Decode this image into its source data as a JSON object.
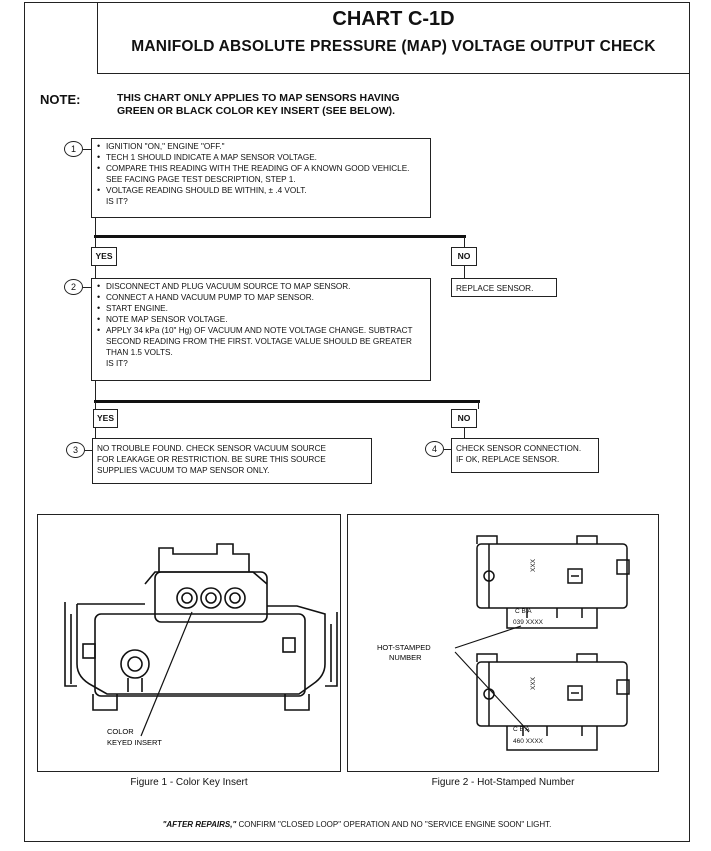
{
  "header": {
    "title": "CHART C-1D",
    "subtitle": "MANIFOLD ABSOLUTE PRESSURE (MAP) VOLTAGE OUTPUT CHECK"
  },
  "note": {
    "label": "NOTE:",
    "line1": "THIS CHART ONLY APPLIES TO MAP SENSORS HAVING",
    "line2": "GREEN OR BLACK COLOR KEY INSERT (SEE BELOW)."
  },
  "steps": {
    "step1": {
      "number": "1",
      "bullets": [
        "IGNITION \"ON,\" ENGINE \"OFF.\"",
        "TECH 1 SHOULD INDICATE A MAP SENSOR VOLTAGE.",
        "COMPARE THIS READING WITH THE READING OF A KNOWN GOOD VEHICLE.  SEE FACING PAGE TEST DESCRIPTION, STEP 1.",
        "VOLTAGE READING SHOULD BE WITHIN, ± .4 VOLT."
      ],
      "question": "IS IT?"
    },
    "yes1": "YES",
    "no1": "NO",
    "replace": "REPLACE SENSOR.",
    "step2": {
      "number": "2",
      "bullets": [
        "DISCONNECT AND PLUG VACUUM SOURCE TO MAP SENSOR.",
        "CONNECT A HAND  VACUUM PUMP TO MAP SENSOR.",
        "START ENGINE.",
        "NOTE MAP SENSOR VOLTAGE.",
        "APPLY 34 kPa (10\" Hg) OF VACUUM AND NOTE VOLTAGE CHANGE.  SUBTRACT SECOND READING FROM THE FIRST.  VOLTAGE VALUE SHOULD BE GREATER THAN 1.5 VOLTS."
      ],
      "question": "IS IT?"
    },
    "yes2": "YES",
    "no2": "NO",
    "step3": {
      "number": "3",
      "line1": "NO TROUBLE FOUND.  CHECK SENSOR VACUUM SOURCE",
      "line2": "FOR LEAKAGE OR RESTRICTION.  BE SURE THIS SOURCE",
      "line3": "SUPPLIES VACUUM TO MAP SENSOR ONLY."
    },
    "step4": {
      "number": "4",
      "line1": "CHECK SENSOR CONNECTION.",
      "line2": "IF OK, REPLACE SENSOR."
    }
  },
  "figure1": {
    "callout_line1": "COLOR",
    "callout_line2": "KEYED INSERT",
    "caption": "Figure 1 - Color Key Insert"
  },
  "figure2": {
    "callout_line1": "HOT-STAMPED",
    "callout_line2": "NUMBER",
    "top_pins": "C    B    A",
    "top_code": "039     XXXX",
    "bottom_pins": "C  B      A",
    "bottom_code": "460     XXXX",
    "side_mark": "XXX",
    "caption": "Figure 2 - Hot-Stamped Number"
  },
  "footer": {
    "emphasis": "\"AFTER REPAIRS,\"",
    "text": " CONFIRM \"CLOSED LOOP\" OPERATION AND NO \"SERVICE ENGINE SOON\" LIGHT."
  }
}
